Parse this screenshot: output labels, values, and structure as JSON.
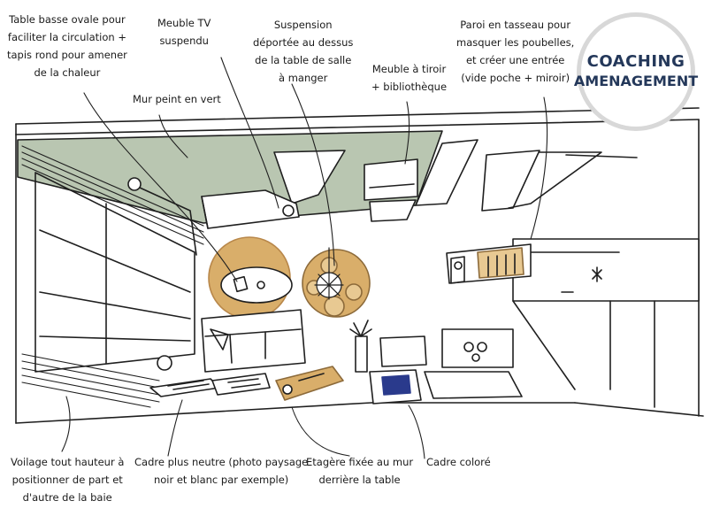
{
  "badge": {
    "line1": "COACHING",
    "line2": "AMENAGEMENT"
  },
  "colors": {
    "wall_green": "#b9c6b1",
    "wood": "#d9ae6a",
    "wood_light": "#e8c992",
    "frame_blue": "#2a3a8c",
    "badge_text": "#24385a",
    "ink": "#1f1f1f"
  },
  "annotations": [
    {
      "id": "table",
      "lines": [
        "Table basse ovale pour",
        "faciliter la circulation +",
        "tapis rond pour amener",
        "de la chaleur"
      ]
    },
    {
      "id": "meuble-tv",
      "lines": [
        "Meuble TV",
        "suspendu"
      ]
    },
    {
      "id": "suspension",
      "lines": [
        "Suspension",
        "déportée au dessus",
        "de la table de salle",
        "à manger"
      ]
    },
    {
      "id": "meuble-tiroir",
      "lines": [
        "Meuble à tiroir",
        "+ bibliothèque"
      ]
    },
    {
      "id": "paroi",
      "lines": [
        "Paroi en tasseau  pour",
        "masquer les poubelles,",
        "et créer une entrée",
        "(vide poche + miroir)"
      ]
    },
    {
      "id": "mur",
      "lines": [
        "Mur peint en vert"
      ]
    },
    {
      "id": "voilage",
      "lines": [
        "Voilage tout hauteur à",
        "positionner de part et",
        "d'autre de la baie"
      ]
    },
    {
      "id": "cadre-neutre",
      "lines": [
        "Cadre plus neutre (photo paysage",
        "noir et blanc par exemple)"
      ]
    },
    {
      "id": "etagere",
      "lines": [
        "Etagère fixée au mur",
        "derrière la table"
      ]
    },
    {
      "id": "cadre-colore",
      "lines": [
        "Cadre coloré"
      ]
    }
  ]
}
